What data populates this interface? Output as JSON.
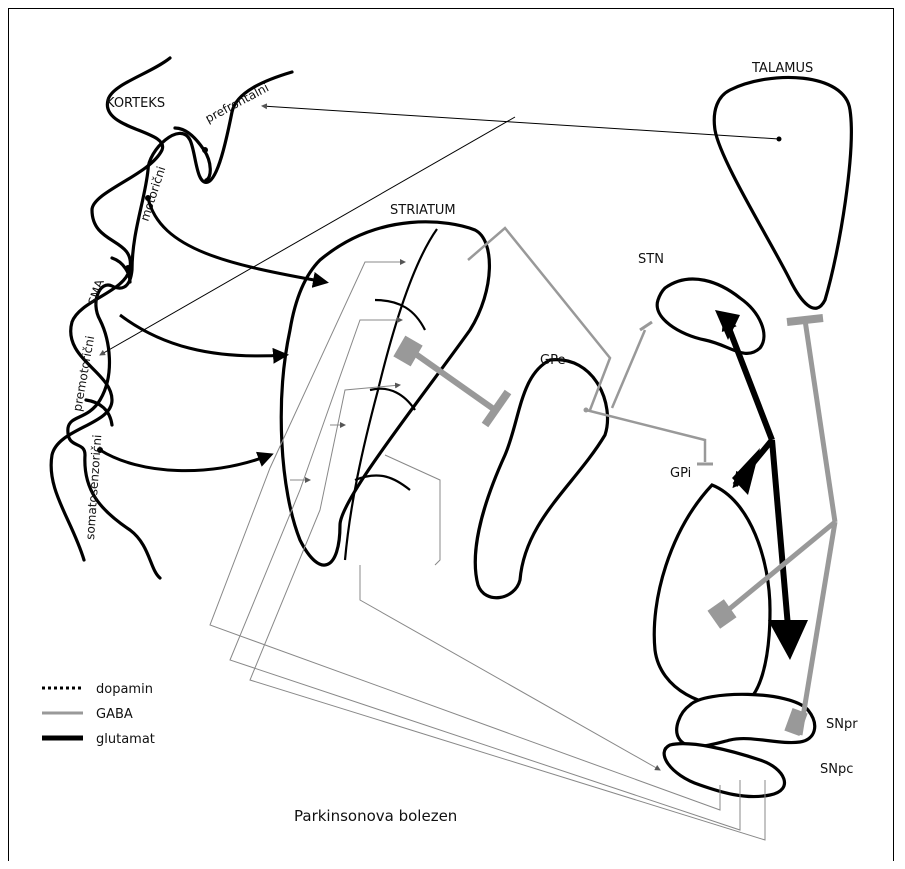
{
  "labels": {
    "korteks": "KORTEKS",
    "prefrontalni": "prefrontalni",
    "motoricni": "motorični",
    "sma": "SMA",
    "premotoricni": "premotorični",
    "somatosenzoricni": "somatosenzorični",
    "striatum": "STRIATUM",
    "talamus": "TALAMUS",
    "stn": "STN",
    "gpe": "GPe",
    "gpi": "GPi",
    "snpr": "SNpr",
    "snpc": "SNpc"
  },
  "legend": [
    {
      "label": "dopamin",
      "style": "dotted",
      "color": "#000000"
    },
    {
      "label": "GABA",
      "style": "solid",
      "color": "#999999"
    },
    {
      "label": "glutamat",
      "style": "solid-thick",
      "color": "#000000"
    }
  ],
  "caption": "Parkinsonova bolezen",
  "colors": {
    "glutamate": "#000000",
    "gaba": "#999999",
    "dopamine": "#888888"
  }
}
